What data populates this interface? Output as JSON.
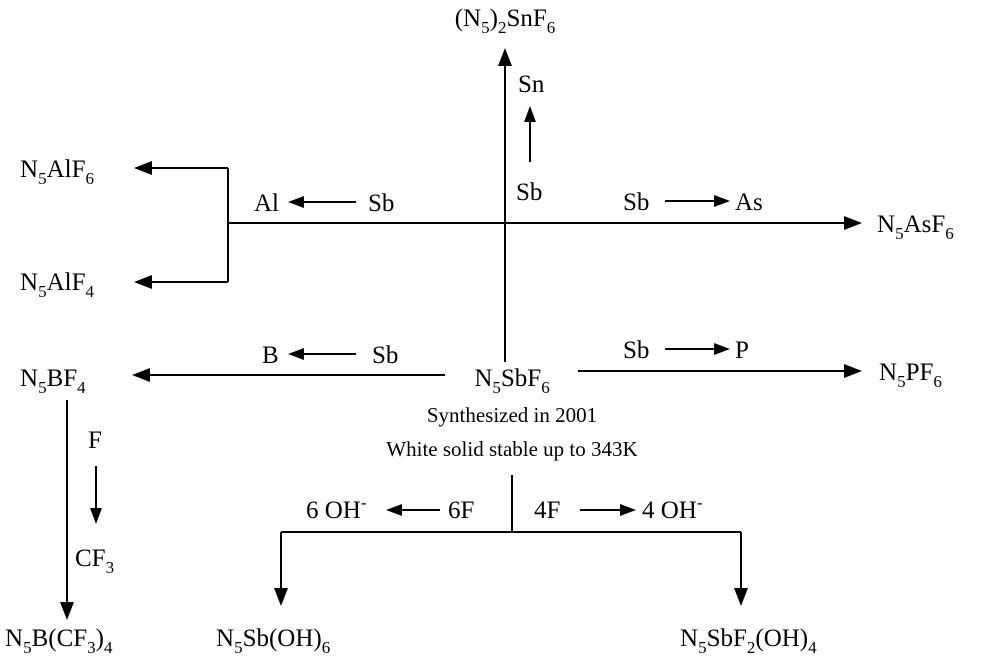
{
  "center": {
    "compound": {
      "parts": [
        [
          "N",
          ""
        ],
        [
          "5",
          "sub"
        ],
        [
          "SbF",
          ""
        ],
        [
          "6",
          "sub"
        ]
      ]
    },
    "caption_line1": "Synthesized in 2001",
    "caption_line2": "White solid stable up to 343K"
  },
  "products": {
    "sn": {
      "parts": [
        [
          "(N",
          ""
        ],
        [
          "5",
          "sub"
        ],
        [
          ")",
          ""
        ],
        [
          "2",
          "sub"
        ],
        [
          "SnF",
          ""
        ],
        [
          "6",
          "sub"
        ]
      ]
    },
    "alf6": {
      "parts": [
        [
          "N",
          ""
        ],
        [
          "5",
          "sub"
        ],
        [
          "AlF",
          ""
        ],
        [
          "6",
          "sub"
        ]
      ]
    },
    "alf4": {
      "parts": [
        [
          "N",
          ""
        ],
        [
          "5",
          "sub"
        ],
        [
          "AlF",
          ""
        ],
        [
          "4",
          "sub"
        ]
      ]
    },
    "asf6": {
      "parts": [
        [
          "N",
          ""
        ],
        [
          "5",
          "sub"
        ],
        [
          "AsF",
          ""
        ],
        [
          "6",
          "sub"
        ]
      ]
    },
    "bf4": {
      "parts": [
        [
          "N",
          ""
        ],
        [
          "5",
          "sub"
        ],
        [
          "BF",
          ""
        ],
        [
          "4",
          "sub"
        ]
      ]
    },
    "pf6": {
      "parts": [
        [
          "N",
          ""
        ],
        [
          "5",
          "sub"
        ],
        [
          "PF",
          ""
        ],
        [
          "6",
          "sub"
        ]
      ]
    },
    "bcf3": {
      "parts": [
        [
          "N",
          ""
        ],
        [
          "5",
          "sub"
        ],
        [
          "B(CF",
          ""
        ],
        [
          "3",
          "sub"
        ],
        [
          ")",
          ""
        ],
        [
          "4",
          "sub"
        ]
      ]
    },
    "sboh6": {
      "parts": [
        [
          "N",
          ""
        ],
        [
          "5",
          "sub"
        ],
        [
          "Sb(OH)",
          ""
        ],
        [
          "6",
          "sub"
        ]
      ]
    },
    "sbf2oh4": {
      "parts": [
        [
          "N",
          ""
        ],
        [
          "5",
          "sub"
        ],
        [
          "SbF",
          ""
        ],
        [
          "2",
          "sub"
        ],
        [
          "(OH)",
          ""
        ],
        [
          "4",
          "sub"
        ]
      ]
    }
  },
  "exchange": {
    "sn_to": "Sn",
    "sn_from": "Sb",
    "al_to": "Al",
    "al_from": "Sb",
    "as_from": "Sb",
    "as_to": "As",
    "b_to": "B",
    "b_from": "Sb",
    "p_from": "Sb",
    "p_to": "P",
    "f_from": "F",
    "cf3_to": {
      "parts": [
        [
          "CF",
          ""
        ],
        [
          "3",
          "sub"
        ]
      ]
    },
    "oh6_to": {
      "parts": [
        [
          "6 OH",
          ""
        ],
        [
          "-",
          "sup"
        ]
      ]
    },
    "f6_from": "6F",
    "f4_from": "4F",
    "oh4_to": {
      "parts": [
        [
          "4 OH",
          ""
        ],
        [
          "-",
          "sup"
        ]
      ]
    }
  }
}
